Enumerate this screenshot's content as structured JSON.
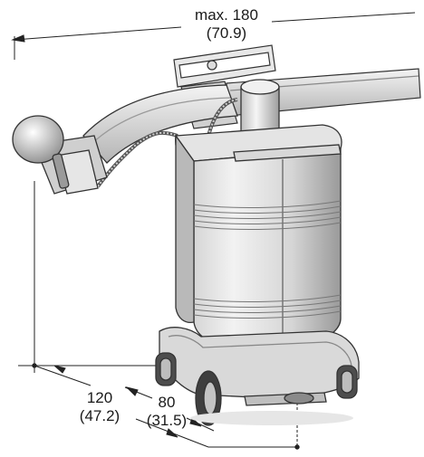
{
  "dimensions": {
    "width": {
      "value": "max. 180",
      "unit_alt": "(70.9)"
    },
    "depth": {
      "value": "120",
      "unit_alt": "(47.2)"
    },
    "base": {
      "value": "80",
      "unit_alt": "(31.5)"
    }
  }
}
